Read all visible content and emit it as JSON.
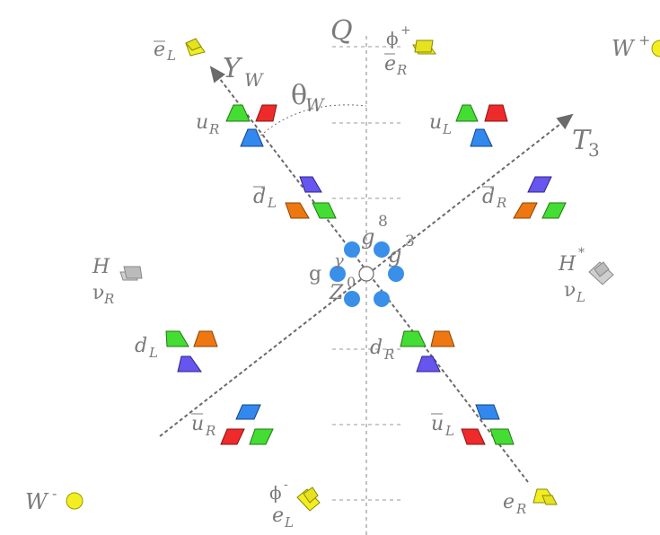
{
  "axes": {
    "q": "Q",
    "yw": "Y",
    "yw_sub": "W",
    "t3": "T",
    "t3_sub": "3",
    "theta": "θ",
    "theta_sub": "W"
  },
  "bosons": {
    "w_plus": "W",
    "w_plus_sup": "+",
    "w_minus": "W",
    "w_minus_sup": "-",
    "g": "g",
    "g8": "g",
    "g8_sup": "8",
    "g3": "g",
    "g3_sup": "3",
    "gamma": "γ",
    "z": "Z",
    "z_sup": "0",
    "h": "H",
    "h_star": "H",
    "h_star_sup": "*",
    "phi_plus": "ϕ",
    "phi_plus_sup": "+",
    "phi_minus": "ϕ",
    "phi_minus_sup": "-"
  },
  "fermions": {
    "e_bar_l": "e",
    "e_bar_l_sub": "L",
    "e_bar_r": "e",
    "e_bar_r_sub": "R",
    "u_r": "u",
    "u_r_sub": "R",
    "u_l": "u",
    "u_l_sub": "L",
    "d_bar_l": "d",
    "d_bar_l_sub": "L",
    "d_bar_r": "d",
    "d_bar_r_sub": "R",
    "nu_r": "ν",
    "nu_r_sub": "R",
    "nu_l": "ν",
    "nu_l_sub": "L",
    "d_l": "d",
    "d_l_sub": "L",
    "d_r": "d",
    "d_r_sub": "R",
    "u_bar_r": "u",
    "u_bar_r_sub": "R",
    "u_bar_l": "u",
    "u_bar_l_sub": "L",
    "e_l": "e",
    "e_l_sub": "L",
    "e_r": "e",
    "e_r_sub": "R"
  },
  "colors": {
    "red": "#ee2a2a",
    "green": "#44dd33",
    "blue": "#3388ee",
    "orange": "#ee7711",
    "purple": "#6655ee",
    "yellow": "#f2ee22",
    "gray": "#bbbbbb",
    "gluon": "#3a8fe8"
  }
}
